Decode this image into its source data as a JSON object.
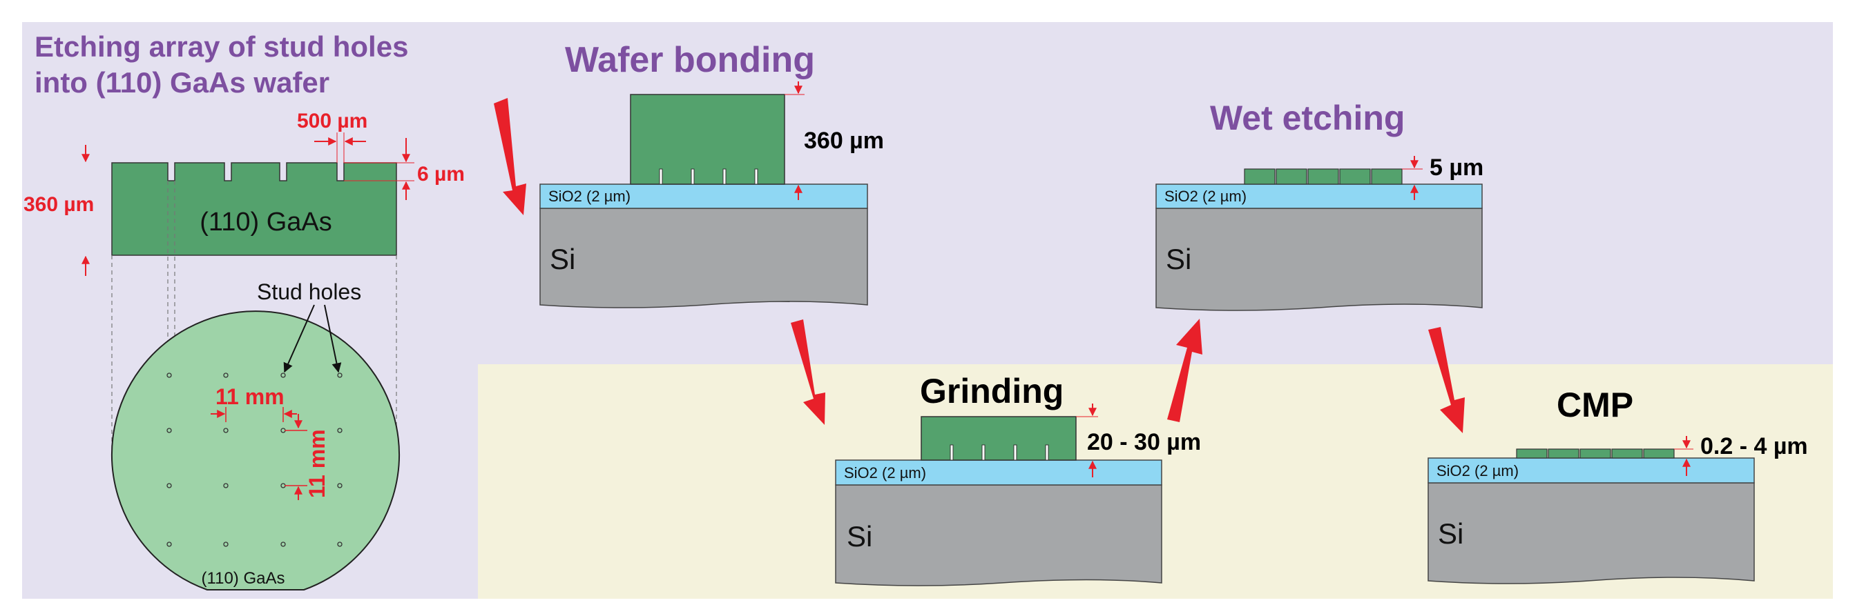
{
  "colors": {
    "panel_purple": "#e4e1f0",
    "panel_cream": "#f4f2dc",
    "gaas": "#54a26d",
    "wafer_disc": "#9ed3a8",
    "sio2": "#8fd7f3",
    "si": "#a5a7a9",
    "arrow_red": "#e8202a",
    "title_purple": "#7d4fa0",
    "dim_red": "#e8202a"
  },
  "step1": {
    "title_line1": "Etching array of stud holes",
    "title_line2": "into (110) GaAs wafer",
    "dim_gap": "500 µm",
    "dim_depth": "6 µm",
    "dim_thickness": "360 µm",
    "block_label": "(110) GaAs",
    "stud_holes_label": "Stud holes",
    "pitch_x": "11 mm",
    "pitch_y": "11 mm",
    "disc_label": "(110) GaAs"
  },
  "bonding": {
    "title": "Wafer bonding",
    "thickness": "360 µm",
    "sio2": "SiO2  (2 µm)",
    "si": "Si"
  },
  "grinding": {
    "title": "Grinding",
    "thickness": "20 - 30 µm",
    "sio2": "SiO2  (2 µm)",
    "si": "Si"
  },
  "wet": {
    "title": "Wet etching",
    "thickness": "5 µm",
    "sio2": "SiO2  (2 µm)",
    "si": "Si"
  },
  "cmp": {
    "title": "CMP",
    "thickness": "0.2 - 4 µm",
    "sio2": "SiO2  (2 µm)",
    "si": "Si"
  }
}
